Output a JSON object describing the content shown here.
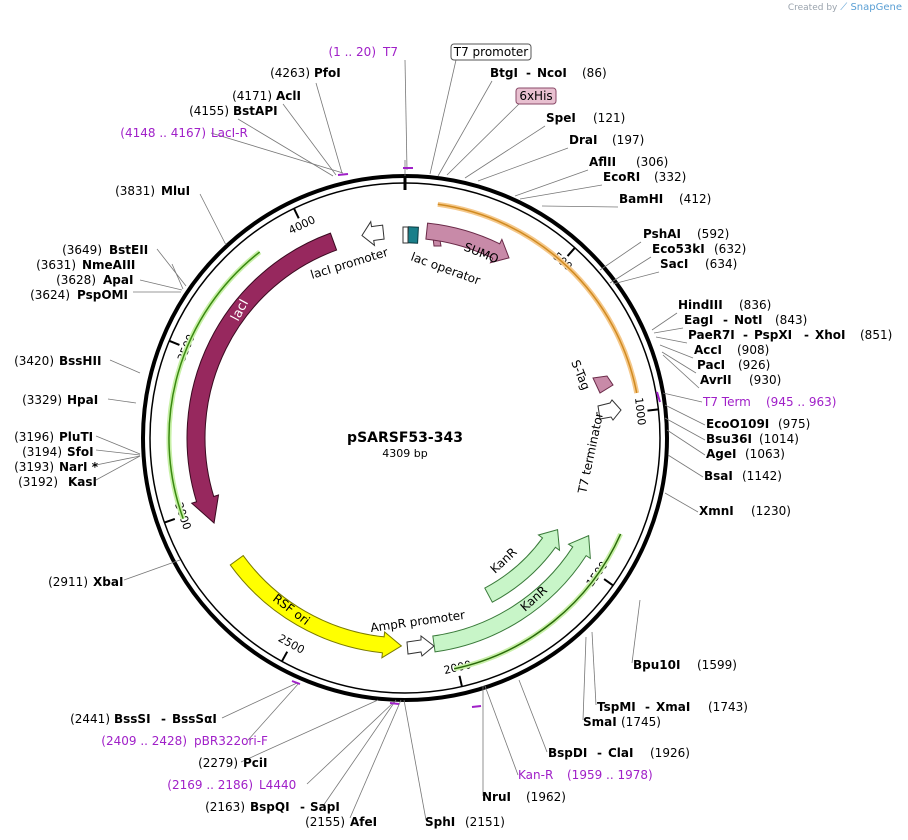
{
  "app": {
    "credit_text": "Created by",
    "brand": "SnapGene"
  },
  "plasmid": {
    "name": "pSARSF53-343",
    "length_label": "4309 bp",
    "total_bp": 4309
  },
  "ticks": [
    {
      "bp": 500,
      "label": "500"
    },
    {
      "bp": 1000,
      "label": "1000"
    },
    {
      "bp": 1500,
      "label": "1500"
    },
    {
      "bp": 2000,
      "label": "2000"
    },
    {
      "bp": 2500,
      "label": "2500"
    },
    {
      "bp": 3000,
      "label": "3000"
    },
    {
      "bp": 3500,
      "label": "3500"
    },
    {
      "bp": 4000,
      "label": "4000"
    }
  ],
  "features": {
    "t7_promoter_box": "T7 promoter",
    "his_box": "6xHis",
    "sumo": "SUMO",
    "laci": "lacI",
    "laci_promoter": "lacI promoter",
    "lac_operator": "lac operator",
    "s_tag": "S-Tag",
    "t7_terminator": "T7 terminator",
    "kanr_inner": "KanR",
    "kanr_outer": "KanR",
    "rsf_ori": "RSF ori",
    "ampr_promoter": "AmpR promoter"
  },
  "colors": {
    "laci": "#97285e",
    "sumo": "#c88aa8",
    "kanr": "#c8f5c8",
    "rsf_ori": "#ffff00",
    "primer": "#a020c8",
    "orange_track": "#f0a030",
    "green_track": "#40a020",
    "operator": "#1a7f8a"
  },
  "labels": {
    "pfoi": {
      "pos": "(4263)",
      "name": "PfoI"
    },
    "acli": {
      "pos": "(4171)",
      "name": "AclI"
    },
    "bstapi": {
      "pos": "(4155)",
      "name": "BstAPI"
    },
    "laci_r": {
      "pos": "(4148 .. 4167)",
      "name": "LacI-R"
    },
    "t7": {
      "pos": "(1 .. 20)",
      "name": "T7"
    },
    "btgi": {
      "name": "BtgI",
      "sep": "-",
      "name2": "NcoI",
      "pos": "(86)"
    },
    "spei": {
      "name": "SpeI",
      "pos": "(121)"
    },
    "drai": {
      "name": "DraI",
      "pos": "(197)"
    },
    "aflii": {
      "name": "AflII",
      "pos": "(306)"
    },
    "ecori": {
      "name": "EcoRI",
      "pos": "(332)"
    },
    "bamhi": {
      "name": "BamHI",
      "pos": "(412)"
    },
    "pshai": {
      "name": "PshAI",
      "pos": "(592)"
    },
    "eco53ki": {
      "name": "Eco53kI",
      "pos": "(632)"
    },
    "saci": {
      "name": "SacI",
      "pos": "(634)"
    },
    "hindiii": {
      "name": "HindIII",
      "pos": "(836)"
    },
    "eagi": {
      "name": "EagI",
      "sep": "-",
      "name2": "NotI",
      "pos": "(843)"
    },
    "paer7i": {
      "name": "PaeR7I",
      "sep": "-",
      "name2": "PspXI",
      "sep2": "-",
      "name3": "XhoI",
      "pos": "(851)"
    },
    "acci": {
      "name": "AccI",
      "pos": "(908)"
    },
    "paci": {
      "name": "PacI",
      "pos": "(926)"
    },
    "avrii": {
      "name": "AvrII",
      "pos": "(930)"
    },
    "t7term": {
      "name": "T7 Term",
      "pos": "(945 .. 963)"
    },
    "eco0109i": {
      "name": "EcoO109I",
      "pos": "(975)"
    },
    "bsu36i": {
      "name": "Bsu36I",
      "pos": "(1014)"
    },
    "agei": {
      "name": "AgeI",
      "pos": "(1063)"
    },
    "bsai": {
      "name": "BsaI",
      "pos": "(1142)"
    },
    "xmni": {
      "name": "XmnI",
      "pos": "(1230)"
    },
    "bpu10i": {
      "name": "Bpu10I",
      "pos": "(1599)"
    },
    "tspmi": {
      "name": "TspMI",
      "sep": "-",
      "name2": "XmaI",
      "pos": "(1743)"
    },
    "smai": {
      "name": "SmaI",
      "pos": "(1745)"
    },
    "bspdi": {
      "name": "BspDI",
      "sep": "-",
      "name2": "ClaI",
      "pos": "(1926)"
    },
    "kan_r": {
      "name": "Kan-R",
      "pos": "(1959 .. 1978)"
    },
    "nrui": {
      "name": "NruI",
      "pos": "(1962)"
    },
    "sphi": {
      "name": "SphI",
      "pos": "(2151)"
    },
    "afei": {
      "pos": "(2155)",
      "name": "AfeI"
    },
    "bspqi": {
      "pos": "(2163)",
      "name": "BspQI",
      "sep": "-",
      "name2": "SapI"
    },
    "l4440": {
      "pos": "(2169 .. 2186)",
      "name": "L4440"
    },
    "pcli": {
      "pos": "(2279)",
      "name": "PciI"
    },
    "pbr322": {
      "pos": "(2409 .. 2428)",
      "name": "pBR322ori-F"
    },
    "bsssi": {
      "pos": "(2441)",
      "name": "BssSI",
      "sep": "-",
      "name2": "BssSαI"
    },
    "xbai": {
      "pos": "(2911)",
      "name": "XbaI"
    },
    "kasi": {
      "pos": "(3192)",
      "name": "KasI"
    },
    "nari": {
      "pos": "(3193)",
      "name": "NarI *"
    },
    "sfoi": {
      "pos": "(3194)",
      "name": "SfoI"
    },
    "pluti": {
      "pos": "(3196)",
      "name": "PluTI"
    },
    "hpai": {
      "pos": "(3329)",
      "name": "HpaI"
    },
    "bsshii": {
      "pos": "(3420)",
      "name": "BssHII"
    },
    "pspomi": {
      "pos": "(3624)",
      "name": "PspOMI"
    },
    "apai": {
      "pos": "(3628)",
      "name": "ApaI"
    },
    "nmeaiii": {
      "pos": "(3631)",
      "name": "NmeAIII"
    },
    "bsteii": {
      "pos": "(3649)",
      "name": "BstEII"
    },
    "mlui": {
      "pos": "(3831)",
      "name": "MluI"
    }
  }
}
